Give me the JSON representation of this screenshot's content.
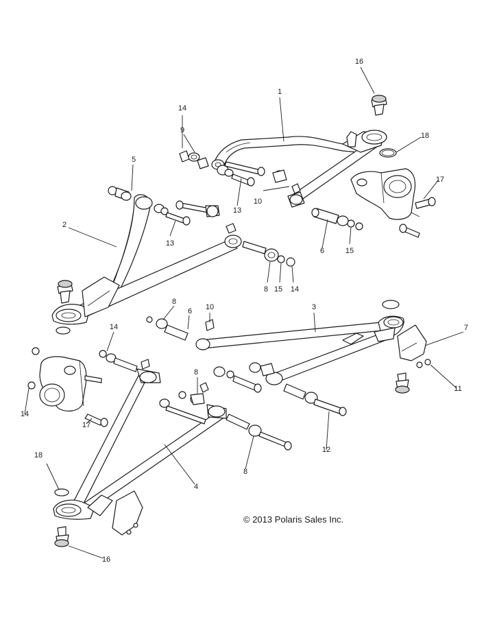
{
  "callouts": [
    "1",
    "2",
    "3",
    "4",
    "5",
    "6",
    "6",
    "7",
    "8",
    "8",
    "8",
    "8",
    "9",
    "10",
    "10",
    "11",
    "12",
    "13",
    "13",
    "14",
    "14",
    "14",
    "14",
    "15",
    "15",
    "16",
    "16",
    "17",
    "17",
    "18",
    "18"
  ],
  "copyright": "© 2013 Polaris Sales Inc."
}
